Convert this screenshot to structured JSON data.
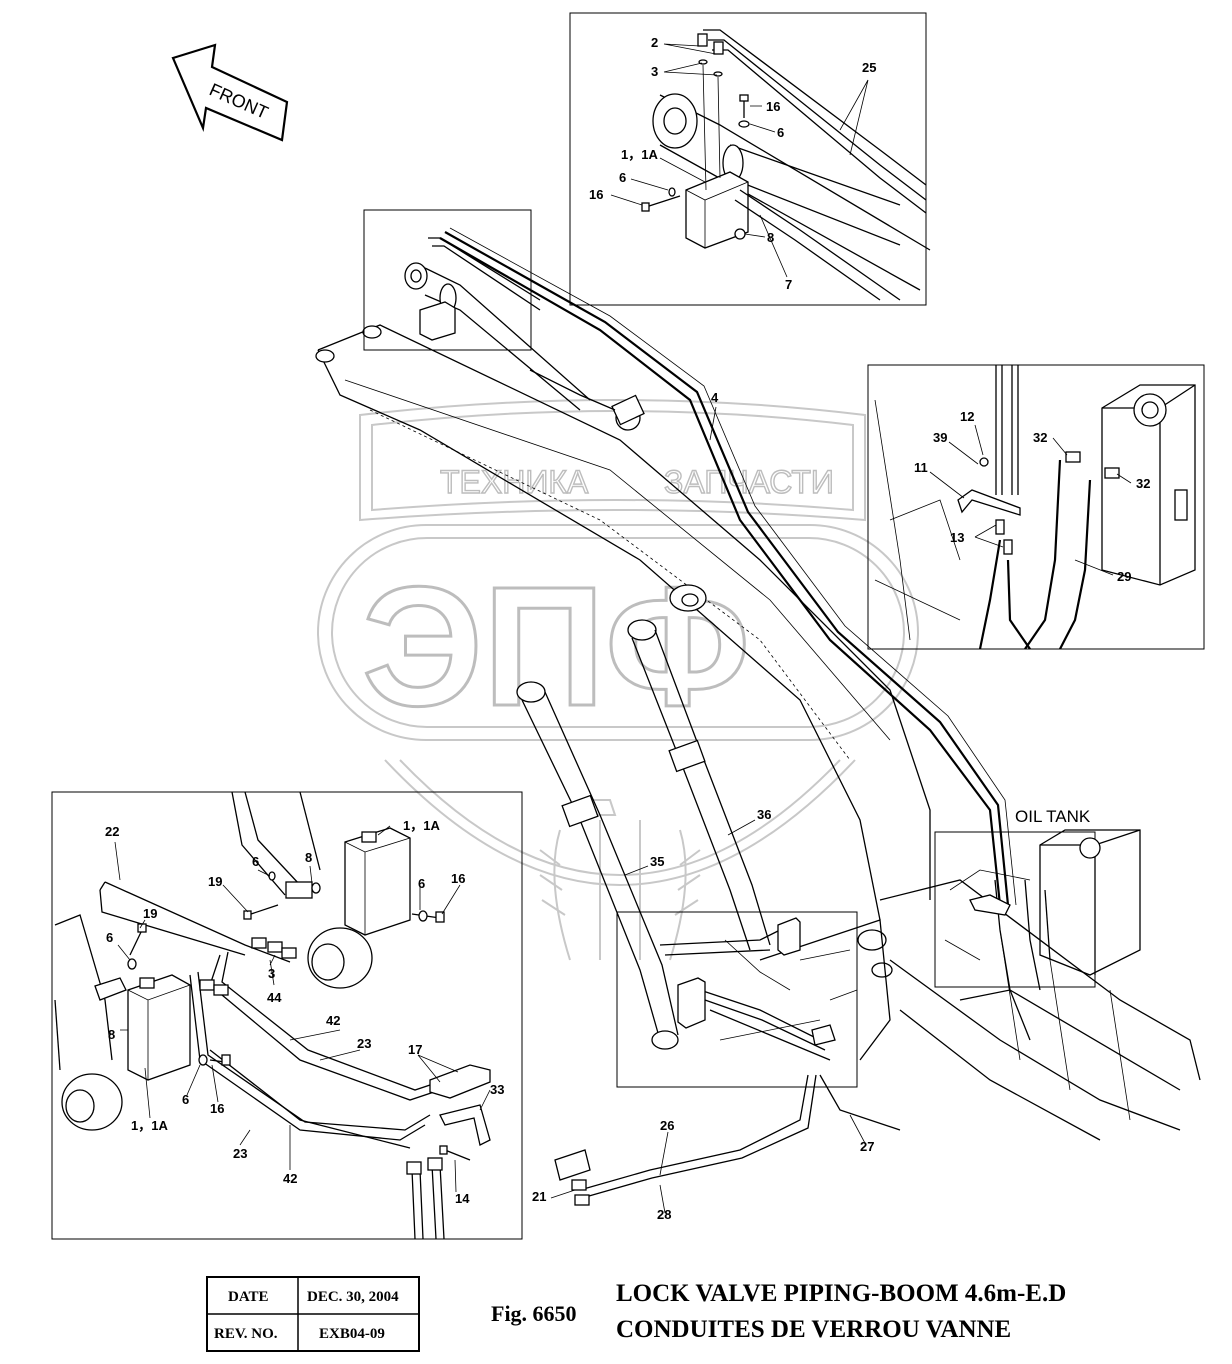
{
  "watermark": {
    "top_text_left": "ТЕХНИКА",
    "top_text_right": "ЗАПЧАСТИ",
    "logo": "ЭПФ"
  },
  "orientation": {
    "front_label": "FRONT"
  },
  "oil_tank_label": "OIL TANK",
  "callouts": {
    "top_detail": [
      {
        "id": "c-2",
        "text": "2"
      },
      {
        "id": "c-3",
        "text": "3"
      },
      {
        "id": "c-25",
        "text": "25"
      },
      {
        "id": "c-16a",
        "text": "16"
      },
      {
        "id": "c-6a",
        "text": "6"
      },
      {
        "id": "c-1-1a",
        "text": "1，1A"
      },
      {
        "id": "c-6b",
        "text": "6"
      },
      {
        "id": "c-16b",
        "text": "16"
      },
      {
        "id": "c-8",
        "text": "8"
      },
      {
        "id": "c-7",
        "text": "7"
      }
    ],
    "right_detail": [
      {
        "id": "c-12",
        "text": "12"
      },
      {
        "id": "c-39",
        "text": "39"
      },
      {
        "id": "c-11",
        "text": "11"
      },
      {
        "id": "c-32a",
        "text": "32"
      },
      {
        "id": "c-32b",
        "text": "32"
      },
      {
        "id": "c-13",
        "text": "13"
      },
      {
        "id": "c-29",
        "text": "29"
      }
    ],
    "main": [
      {
        "id": "c-4",
        "text": "4"
      },
      {
        "id": "c-36",
        "text": "36"
      },
      {
        "id": "c-35",
        "text": "35"
      },
      {
        "id": "c-33",
        "text": "33"
      },
      {
        "id": "c-26",
        "text": "26"
      },
      {
        "id": "c-27",
        "text": "27"
      },
      {
        "id": "c-21",
        "text": "21"
      },
      {
        "id": "c-28",
        "text": "28"
      }
    ],
    "left_detail": [
      {
        "id": "c-22",
        "text": "22"
      },
      {
        "id": "c-1-1a-l1",
        "text": "1，1A"
      },
      {
        "id": "c-6-l1",
        "text": "6"
      },
      {
        "id": "c-8-l1",
        "text": "8"
      },
      {
        "id": "c-19a",
        "text": "19"
      },
      {
        "id": "c-6-l2",
        "text": "6"
      },
      {
        "id": "c-16-l1",
        "text": "16"
      },
      {
        "id": "c-19b",
        "text": "19"
      },
      {
        "id": "c-6-l3",
        "text": "6"
      },
      {
        "id": "c-3-l",
        "text": "3"
      },
      {
        "id": "c-44",
        "text": "44"
      },
      {
        "id": "c-8-l2",
        "text": "8"
      },
      {
        "id": "c-42a",
        "text": "42"
      },
      {
        "id": "c-23a",
        "text": "23"
      },
      {
        "id": "c-17",
        "text": "17"
      },
      {
        "id": "c-6-l4",
        "text": "6"
      },
      {
        "id": "c-16-l2",
        "text": "16"
      },
      {
        "id": "c-1-1a-l2",
        "text": "1，1A"
      },
      {
        "id": "c-23b",
        "text": "23"
      },
      {
        "id": "c-42b",
        "text": "42"
      },
      {
        "id": "c-14",
        "text": "14"
      }
    ]
  },
  "title_block": {
    "date_label": "DATE",
    "date_value": "DEC. 30, 2004",
    "rev_label": "REV. NO.",
    "rev_value": "EXB04-09"
  },
  "figure": {
    "number": "Fig. 6650",
    "title_en": "LOCK VALVE PIPING-BOOM 4.6m-E.D",
    "title_fr": "CONDUITES DE VERROU VANNE"
  }
}
